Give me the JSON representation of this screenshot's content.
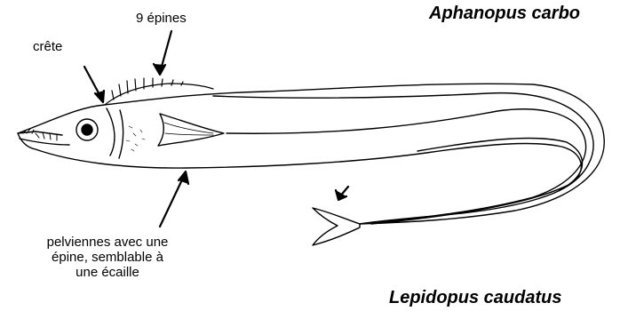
{
  "species": {
    "top": "Aphanopus carbo",
    "bottom": "Lepidopus caudatus"
  },
  "labels": {
    "spines": "9 épines",
    "crest": "crête",
    "pelvic_line1": "pelviennes avec une",
    "pelvic_line2": "épine, semblable à",
    "pelvic_line3": "une écaille"
  }
}
